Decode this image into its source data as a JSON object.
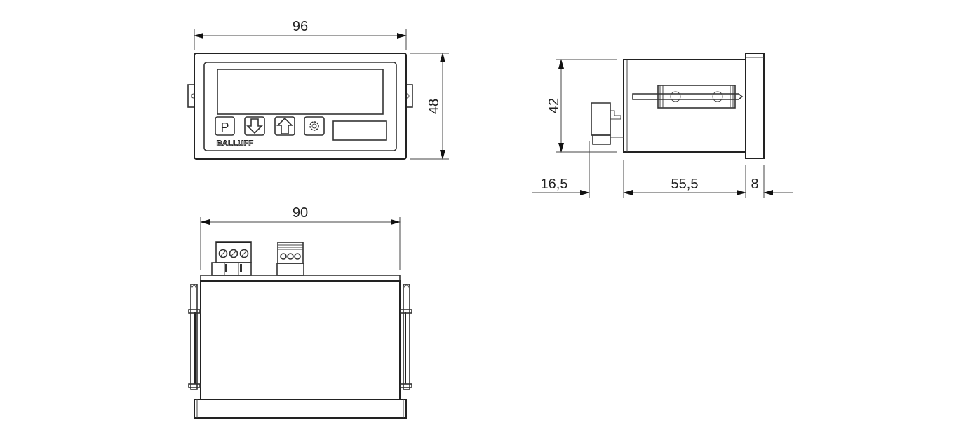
{
  "drawing": {
    "type": "dimension drawing",
    "brand_label": "BALLUFF",
    "views": {
      "front": {
        "width_label": "96",
        "height_label": "48",
        "buttons": [
          {
            "icon": "p-key-icon",
            "label": "P"
          },
          {
            "icon": "arrow-down-icon",
            "label": ""
          },
          {
            "icon": "arrow-up-icon",
            "label": ""
          },
          {
            "icon": "asterisk-gear-icon",
            "label": ""
          }
        ]
      },
      "side": {
        "height_label": "42",
        "depth_labels": [
          "16,5",
          "55,5",
          "8"
        ]
      },
      "top": {
        "width_label": "90"
      }
    }
  }
}
